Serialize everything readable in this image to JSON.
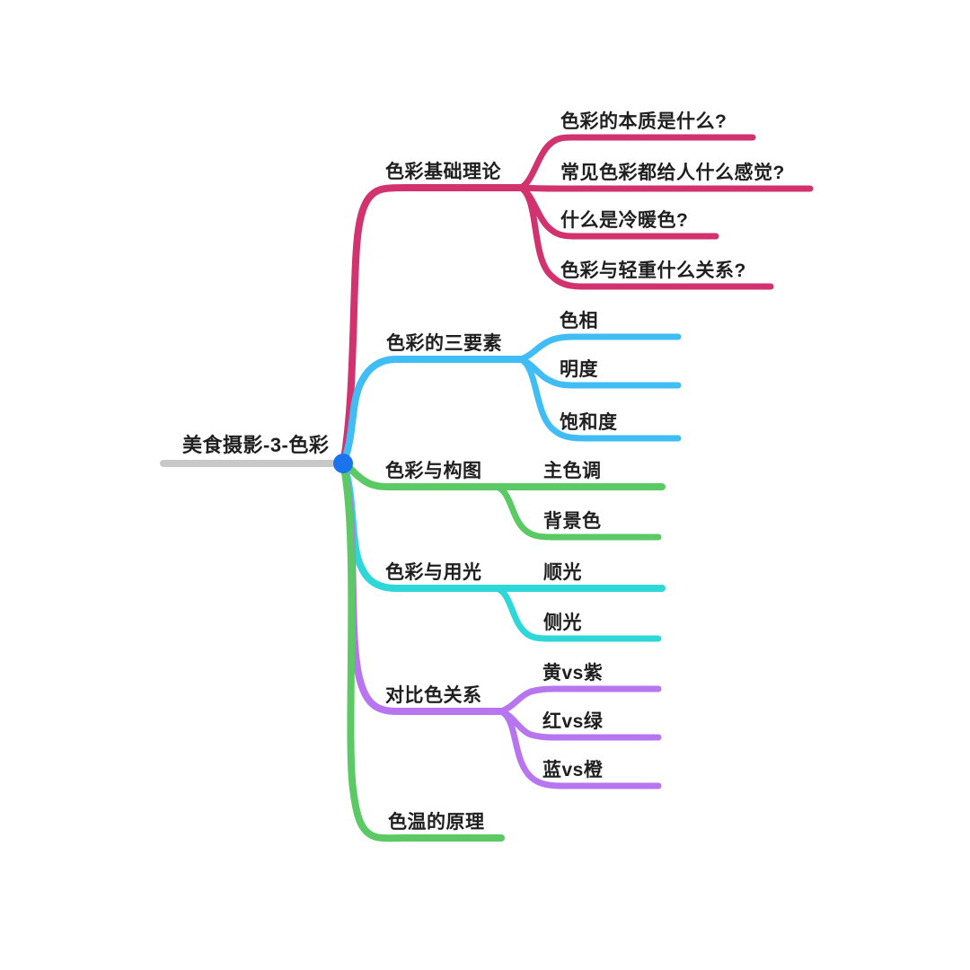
{
  "title": "美食摄影-3-色彩",
  "colors": {
    "background": "#FFFFFF",
    "text": "#1F1F1F",
    "root_line": "#C8C8C8",
    "root_dot": "#1C74EC",
    "crimson": "#D2336E",
    "blue": "#41BDF5",
    "green": "#5BC964",
    "cyan": "#2FD8D8",
    "purple": "#B875F0"
  },
  "root": {
    "label": "美食摄影-3-色彩"
  },
  "branches": [
    {
      "id": "color-basics",
      "label": "色彩基础理论",
      "color": "#D2336E",
      "children": [
        "色彩的本质是什么?",
        "常见色彩都给人什么感觉?",
        "什么是冷暖色?",
        "色彩与轻重什么关系?"
      ]
    },
    {
      "id": "three-elements",
      "label": "色彩的三要素",
      "color": "#41BDF5",
      "children": [
        "色相",
        "明度",
        "饱和度"
      ]
    },
    {
      "id": "color-composition",
      "label": "色彩与构图",
      "color": "#5BC964",
      "children": [
        "主色调",
        "背景色"
      ]
    },
    {
      "id": "color-lighting",
      "label": "色彩与用光",
      "color": "#2FD8D8",
      "children": [
        "顺光",
        "侧光"
      ]
    },
    {
      "id": "contrast-colors",
      "label": "对比色关系",
      "color": "#B875F0",
      "children": [
        "黄vs紫",
        "红vs绿",
        "蓝vs橙"
      ]
    },
    {
      "id": "color-temperature",
      "label": "色温的原理",
      "color": "#5BC964",
      "children": []
    }
  ]
}
